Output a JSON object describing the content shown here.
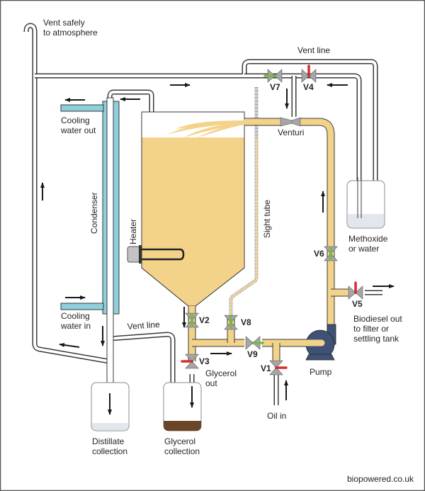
{
  "labels": {
    "vent_safely": [
      "Vent safely",
      "to atmosphere"
    ],
    "vent_line_top": "Vent line",
    "vent_line_bottom": "Vent line",
    "cooling_water_out": [
      "Cooling",
      "water out"
    ],
    "cooling_water_in": [
      "Cooling",
      "water in"
    ],
    "condenser": "Condenser",
    "heater": "Heater",
    "sight_tube": "Sight tube",
    "venturi": "Venturi",
    "methoxide": [
      "Methoxide",
      "or water"
    ],
    "biodiesel_out": [
      "Biodiesel out",
      "to filter or",
      "settling tank"
    ],
    "pump": "Pump",
    "oil_in": "Oil in",
    "glycerol_out": [
      "Glycerol",
      "out"
    ],
    "distillate": [
      "Distillate",
      "collection"
    ],
    "glycerol_collection": [
      "Glycerol",
      "collection"
    ],
    "credit": "biopowered.co.uk"
  },
  "valves": [
    {
      "id": "V1",
      "state": "closed"
    },
    {
      "id": "V2",
      "state": "open"
    },
    {
      "id": "V3",
      "state": "closed"
    },
    {
      "id": "V4",
      "state": "closed"
    },
    {
      "id": "V5",
      "state": "closed"
    },
    {
      "id": "V6",
      "state": "open"
    },
    {
      "id": "V7",
      "state": "open"
    },
    {
      "id": "V8",
      "state": "open"
    },
    {
      "id": "V9",
      "state": "open"
    }
  ],
  "colors": {
    "oil": "#f3d38a",
    "coolant": "#8ecfdc",
    "pump": "#3f5275",
    "glycerol": "#6b4528",
    "liquid_light": "#e2e7ee",
    "valve_open": "#7ab648",
    "valve_closed": "#d0302b",
    "valve_body": "#a6a6a6"
  }
}
